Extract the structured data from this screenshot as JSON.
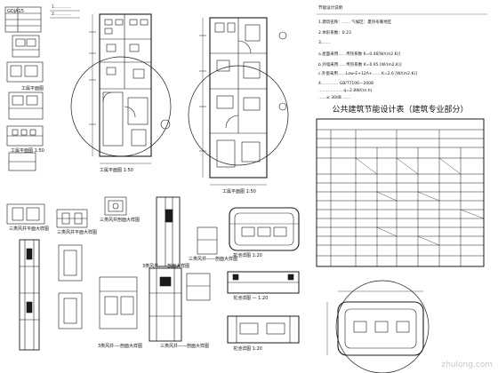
{
  "header": {
    "code": "GDJA15",
    "notes": [
      "1.…………",
      "2.…………"
    ]
  },
  "drawing_labels": {
    "plan_1": "工属平面图 1:50",
    "plan_2": "工属平面图",
    "plan_3": "工属平面图 1:50",
    "plan_4": "工属平面图 1:50",
    "section_a": "三类风井平面大样图",
    "section_b": "三类风井平面大样图",
    "section_c": "3类风井—―剖面大样图",
    "section_d": "三类风井剖面大样图",
    "section_e": "三类风井—―剖面大样图",
    "section_f": "3类风井-―剖面大样图",
    "section_g": "三类风井—―剖面大样图",
    "detail_1": "花池详图 1:20",
    "detail_2": "花池详图 — 1:20",
    "detail_3": "花池详图 1:20"
  },
  "energy_notes": {
    "heading": "节能设计说明",
    "lines": [
      "1.建筑名称：……    气候区：夏热冬暖地区",
      "2.体形系数：0.23",
      "3.……",
      "a.屋面采用……传热系数 K=0.46[W/(m2.K)]",
      "b.外墙采用……传热系数 K=0.95 [W/(m2.K)]",
      "c.外窗采用……Low-E+12A+…… K=2.6 [W/(m2.K)]",
      "4.………… GB/T7106—2008",
      "……………… q=2.8W/(m.h)",
      "……≤ 30dB ……"
    ]
  },
  "table": {
    "title": "公共建筑节能设计表（建筑专业部分）"
  },
  "watermark": "zhulong.com",
  "colors": {
    "line": "#1a1a1a",
    "paper": "#ffffff"
  }
}
